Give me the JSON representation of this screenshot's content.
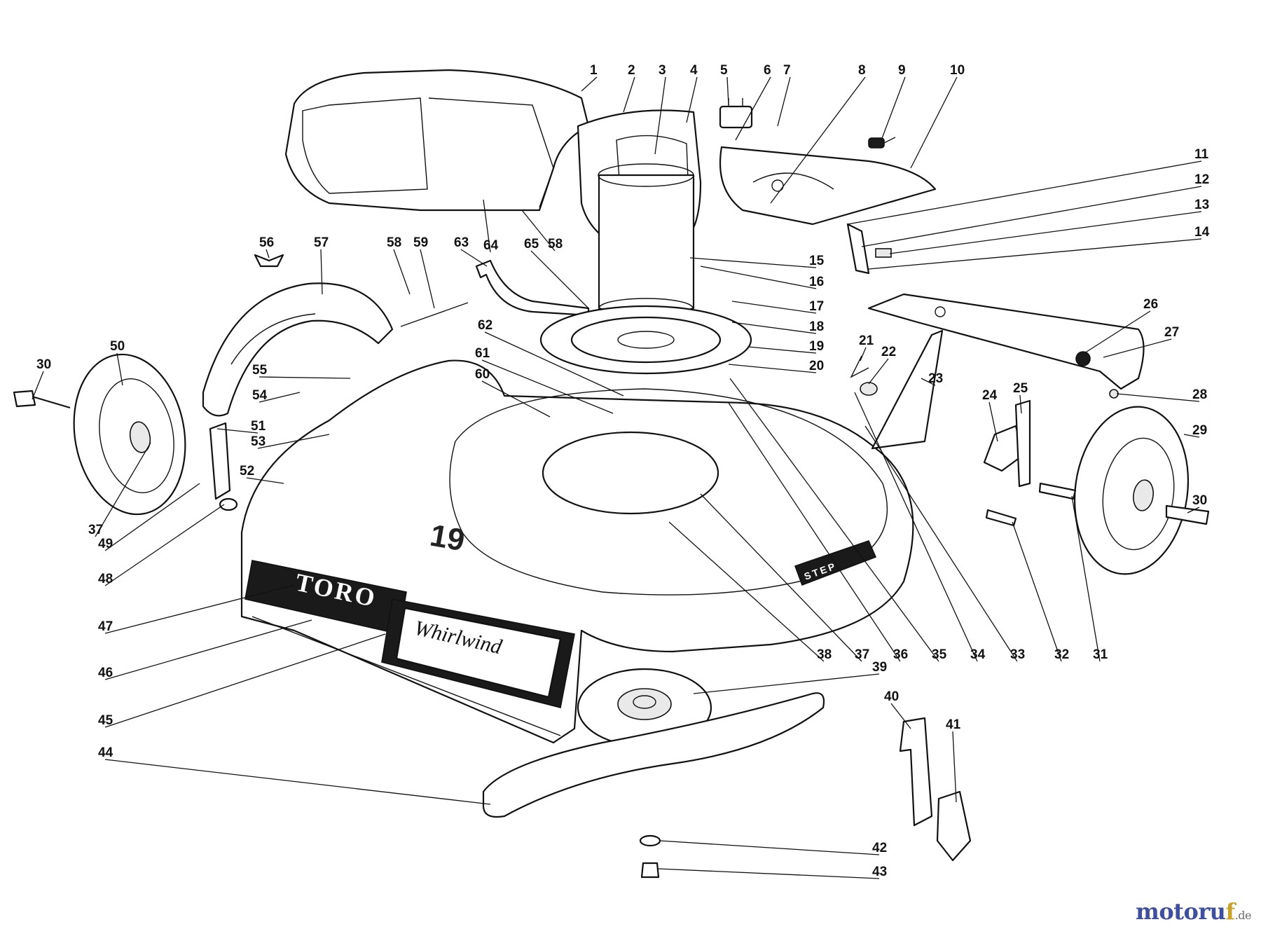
{
  "diagram": {
    "decal_brand": "TORO",
    "decal_model": "Whirlwind",
    "deck_size_mark": "19",
    "step_label": "STEP",
    "callouts": [
      "1",
      "2",
      "3",
      "4",
      "5",
      "6",
      "7",
      "8",
      "9",
      "10",
      "11",
      "12",
      "13",
      "14",
      "15",
      "16",
      "17",
      "18",
      "19",
      "20",
      "21",
      "22",
      "23",
      "24",
      "25",
      "26",
      "27",
      "28",
      "29",
      "30",
      "30",
      "31",
      "32",
      "33",
      "34",
      "35",
      "36",
      "37",
      "37",
      "38",
      "39",
      "40",
      "41",
      "42",
      "43",
      "44",
      "45",
      "46",
      "47",
      "48",
      "49",
      "50",
      "51",
      "52",
      "53",
      "54",
      "55",
      "56",
      "57",
      "58",
      "58",
      "59",
      "60",
      "61",
      "62",
      "63",
      "64",
      "65"
    ]
  },
  "watermark": {
    "main": "motoru",
    "accent": "f",
    "tld": ".de"
  }
}
